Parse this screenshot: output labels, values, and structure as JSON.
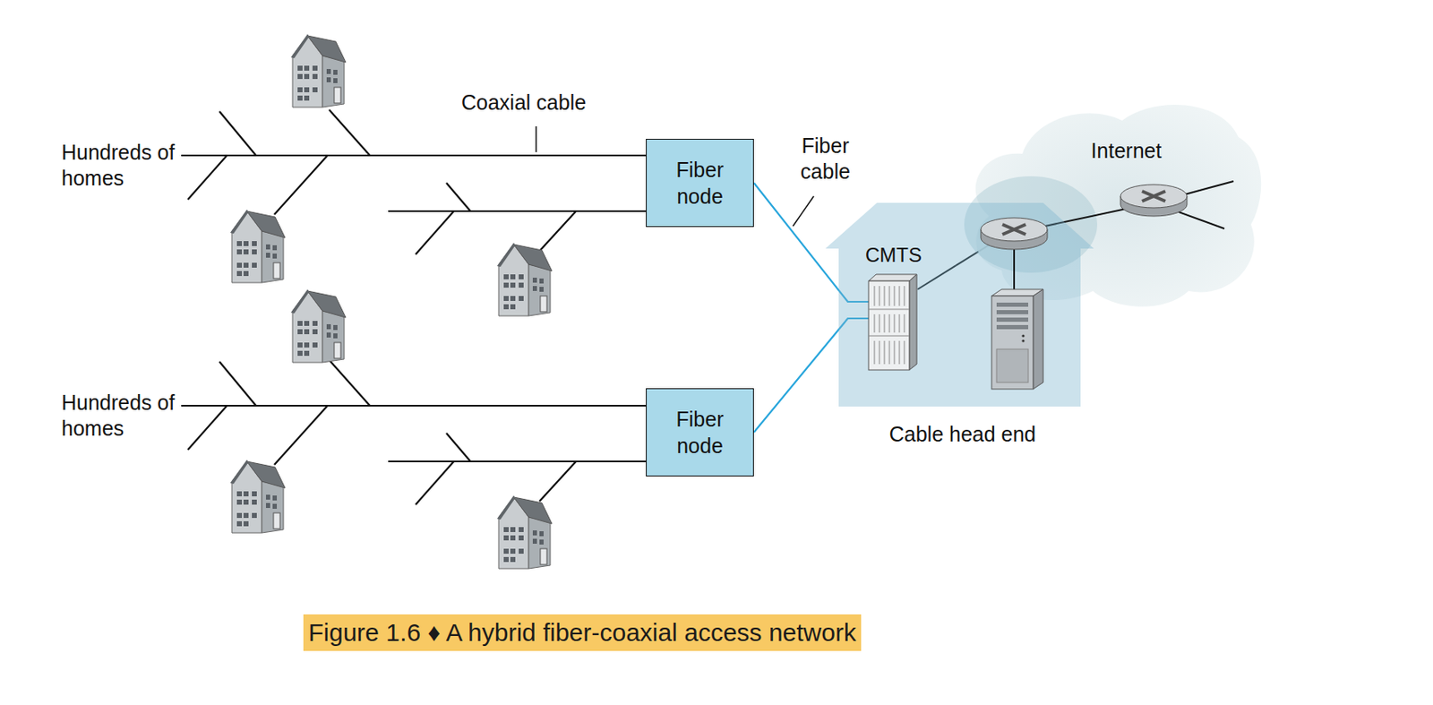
{
  "diagram": {
    "caption": "Figure 1.6 ♦ A hybrid fiber-coaxial access network",
    "nodes": [
      {
        "text": [
          "Fiber node"
        ]
      },
      {
        "text": [
          "Fiber node"
        ]
      },
      {
        "text": [
          "Cable head end"
        ]
      },
      {
        "text": [
          "CMTS"
        ],
        "in": 2
      },
      {
        "text": [
          "Internet"
        ]
      }
    ],
    "edges": [
      {
        "from": 0,
        "to": 3,
        "arrow": "none"
      },
      {
        "from": 1,
        "to": 3,
        "arrow": "none"
      },
      {
        "from": 3,
        "to": 4,
        "arrow": "none"
      }
    ],
    "labels": [
      "Hundreds of homes",
      "Hundreds of homes",
      "Coaxial cable",
      "Fiber cable"
    ]
  }
}
